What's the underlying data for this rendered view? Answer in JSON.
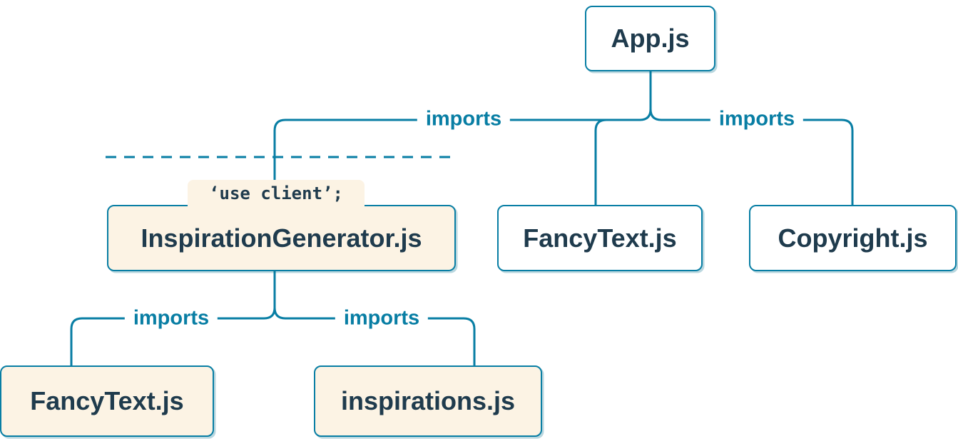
{
  "colors": {
    "line": "#087ea4",
    "text": "#1f3b4d",
    "client_bg": "#fcf3e4",
    "server_bg": "#ffffff"
  },
  "nodes": {
    "app": {
      "label": "App.js"
    },
    "inspiration_generator": {
      "label": "InspirationGenerator.js",
      "directive": "‘use client’;"
    },
    "fancy_text_top": {
      "label": "FancyText.js"
    },
    "copyright": {
      "label": "Copyright.js"
    },
    "fancy_text_bottom": {
      "label": "FancyText.js"
    },
    "inspirations": {
      "label": "inspirations.js"
    }
  },
  "edges": {
    "app_to_inspiration_generator": {
      "label": "imports"
    },
    "app_to_copyright": {
      "label": "imports"
    },
    "inspiration_generator_to_fancy_text": {
      "label": "imports"
    },
    "inspiration_generator_to_inspirations": {
      "label": "imports"
    }
  }
}
